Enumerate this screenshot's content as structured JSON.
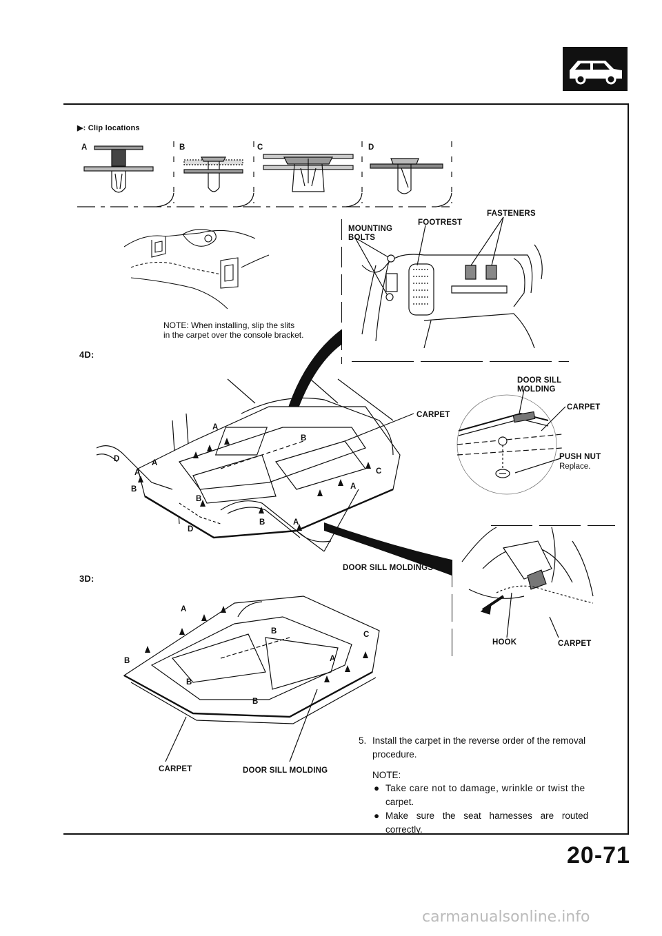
{
  "header": {
    "section_icon": "car-icon",
    "page_number": "20-71",
    "watermark": "carmanualsonline.info"
  },
  "clip_locations": {
    "title_marker": "▶: Clip locations",
    "types": [
      "A",
      "B",
      "C",
      "D"
    ]
  },
  "console_note": {
    "line1": "NOTE: When installing, slip the slits",
    "line2": "in the carpet over the console bracket."
  },
  "footrest_detail": {
    "mounting_bolts_1": "MOUNTING",
    "mounting_bolts_2": "BOLTS",
    "footrest": "FOOTREST",
    "fasteners": "FASTENERS"
  },
  "variants": {
    "four_door": "4D:",
    "three_door": "3D:"
  },
  "four_door_diagram": {
    "carpet": "CARPET",
    "door_sill_moldings": "DOOR SILL MOLDINGS",
    "clips": [
      "A",
      "A",
      "A",
      "A",
      "A",
      "B",
      "B",
      "B",
      "B",
      "C",
      "D",
      "D"
    ]
  },
  "door_sill_detail": {
    "molding_1": "DOOR SILL",
    "molding_2": "MOLDING",
    "carpet": "CARPET",
    "push_nut": "PUSH NUT",
    "push_nut_note": "Replace."
  },
  "hook_detail": {
    "hook": "HOOK",
    "carpet": "CARPET"
  },
  "three_door_diagram": {
    "carpet": "CARPET",
    "door_sill_molding": "DOOR SILL MOLDING",
    "clips": [
      "A",
      "A",
      "B",
      "B",
      "B",
      "B",
      "C"
    ]
  },
  "instructions": {
    "step_number": "5.",
    "step_line1": "Install the carpet in the reverse order of the removal",
    "step_line2": "procedure.",
    "note_label": "NOTE:",
    "bullet1_line1": "Take care not to damage, wrinkle or twist the",
    "bullet1_line2": "carpet.",
    "bullet2_line1": "Make sure the seat harnesses are routed",
    "bullet2_line2": "correctly."
  }
}
